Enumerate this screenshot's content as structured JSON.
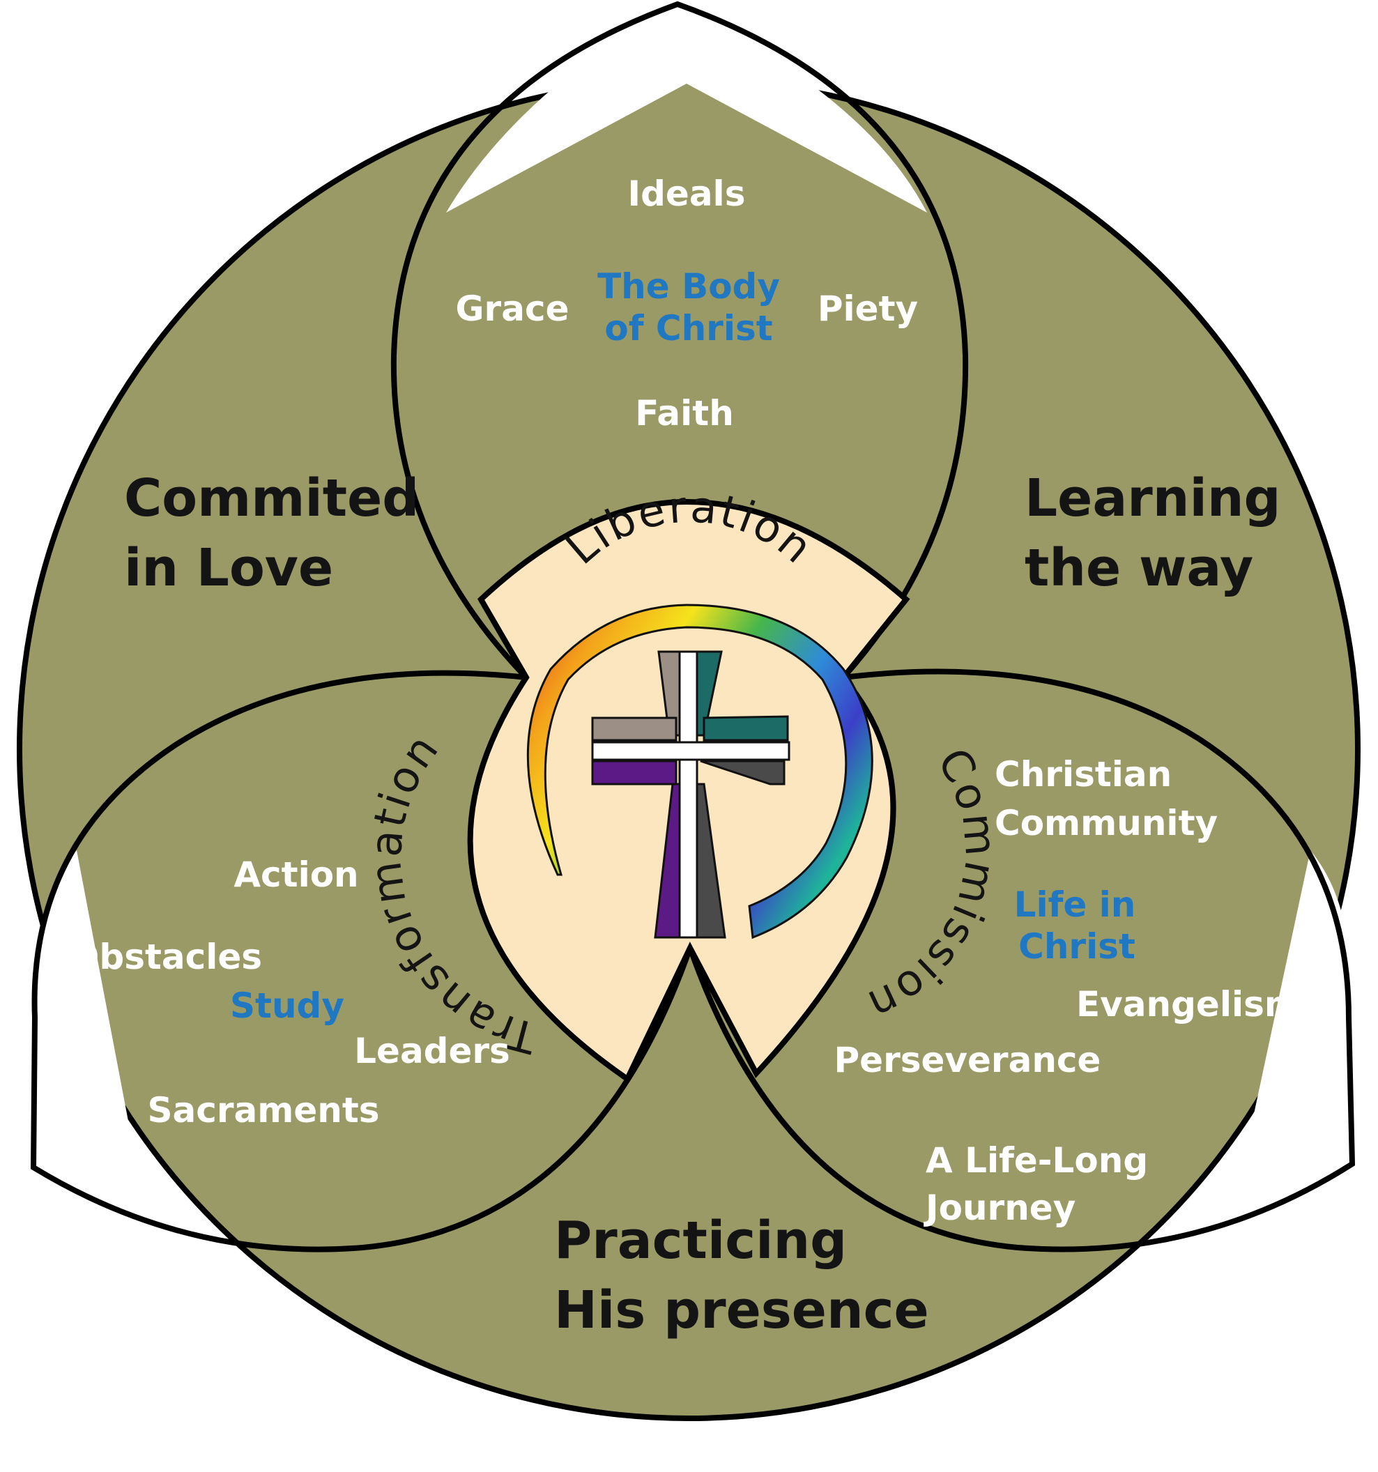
{
  "colors": {
    "olive": "#9a9a67",
    "cream": "#fce6c0",
    "outline": "#000000",
    "white_text": "#ffffff",
    "blue_text": "#1f78c1",
    "dark_text": "#141414",
    "cross_grey": "#9b8f86",
    "cross_teal": "#1c6b66",
    "cross_purple": "#5b1a86",
    "cross_dark": "#4a4a4a"
  },
  "top_lobe": {
    "ideals": "Ideals",
    "grace": "Grace",
    "center_line1": "The Body",
    "center_line2": "of Christ",
    "piety": "Piety",
    "faith": "Faith"
  },
  "left_lobe": {
    "action": "Action",
    "obstacles": "Obstacles",
    "center": "Study",
    "leaders": "Leaders",
    "sacraments": "Sacraments"
  },
  "right_lobe": {
    "item1_line1": "Christian",
    "item1_line2": "Community",
    "center_line1": "Life in",
    "center_line2": "Christ",
    "evangelism": "Evangelism",
    "perseverance": "Perseverance",
    "journey_line1": "A Life-Long",
    "journey_line2": "Journey"
  },
  "regions": {
    "upper_left_line1": "Commited",
    "upper_left_line2": "in Love",
    "upper_right_line1": "Learning",
    "upper_right_line2": "the way",
    "bottom_line1": "Practicing",
    "bottom_line2": "His presence"
  },
  "ring": {
    "top": "Liberation",
    "left": "Transformation",
    "right": "Commission"
  },
  "icons": {
    "center": "cross-icon",
    "arc": "rainbow-arc-icon"
  }
}
